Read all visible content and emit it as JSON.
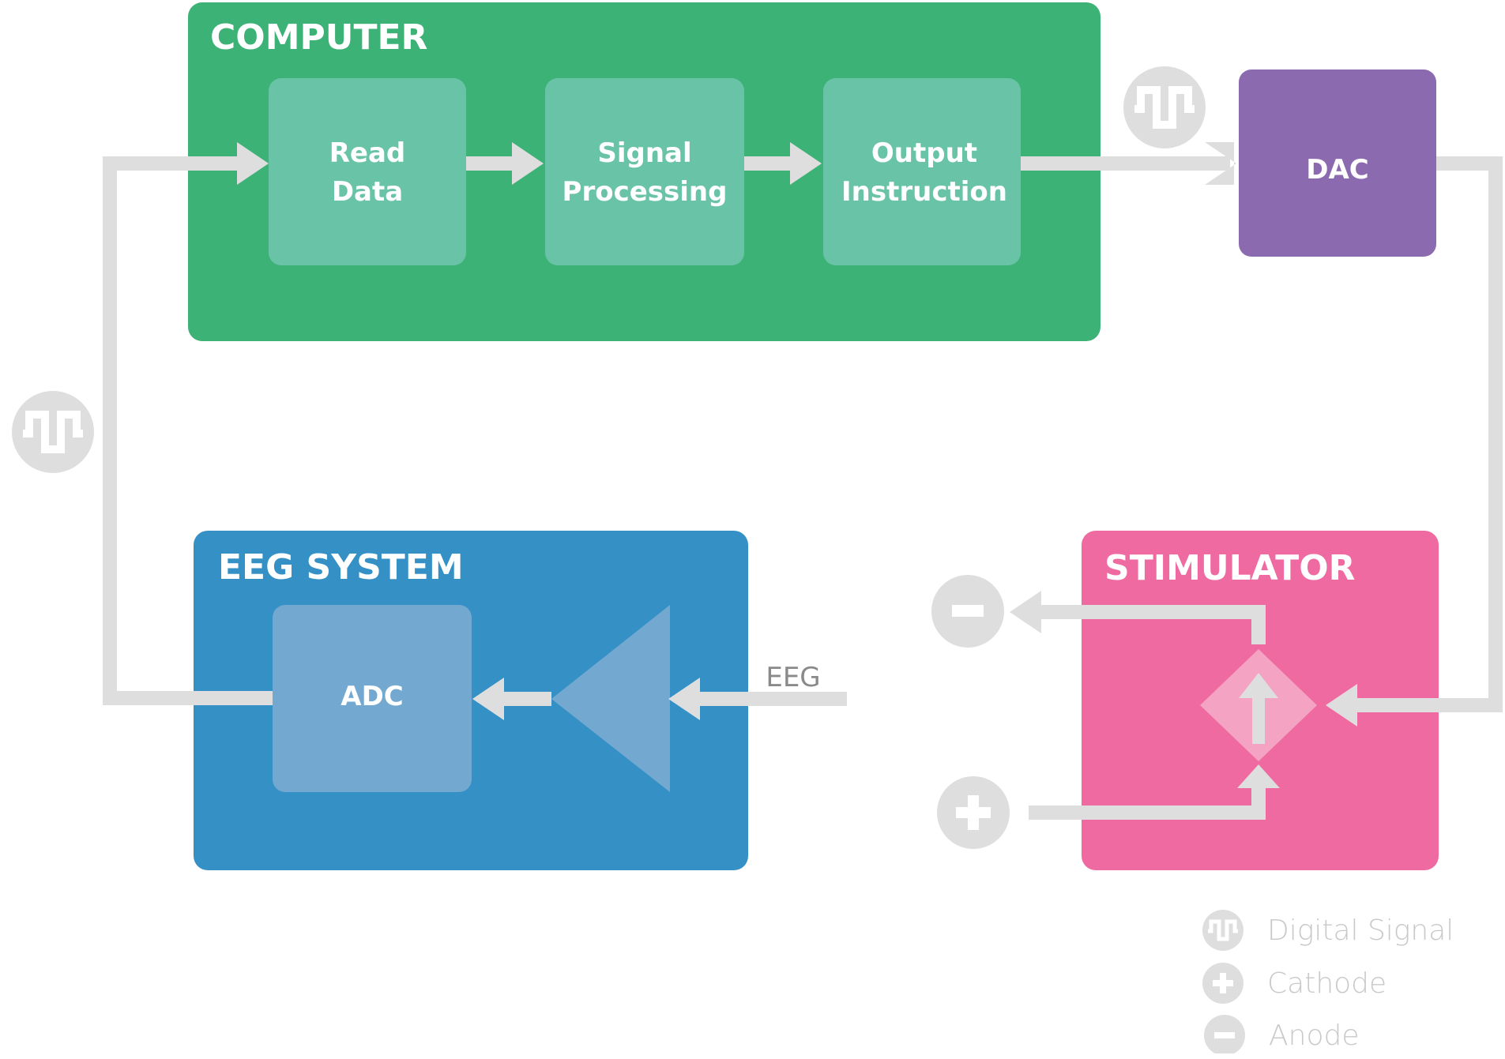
{
  "computer": {
    "title": "COMPUTER",
    "color": "#3cb276",
    "inner_color": "#69c3a6",
    "steps": [
      {
        "line1": "Read",
        "line2": "Data"
      },
      {
        "line1": "Signal",
        "line2": "Processing"
      },
      {
        "line1": "Output",
        "line2": "Instruction"
      }
    ]
  },
  "dac": {
    "label": "DAC",
    "color": "#8c6aaf"
  },
  "eeg_system": {
    "title": "EEG SYSTEM",
    "color": "#3490c5",
    "inner_color": "#73a8d1",
    "adc_label": "ADC",
    "input_label": "EEG"
  },
  "stimulator": {
    "title": "STIMULATOR",
    "color": "#ef6aa0"
  },
  "connector_color": "#dedede",
  "legend": {
    "digital_signal": {
      "label": "Digital Signal",
      "icon": "digital-signal-icon"
    },
    "cathode": {
      "label": "Cathode",
      "icon": "plus-icon"
    },
    "anode": {
      "label": "Anode",
      "icon": "minus-icon"
    }
  }
}
